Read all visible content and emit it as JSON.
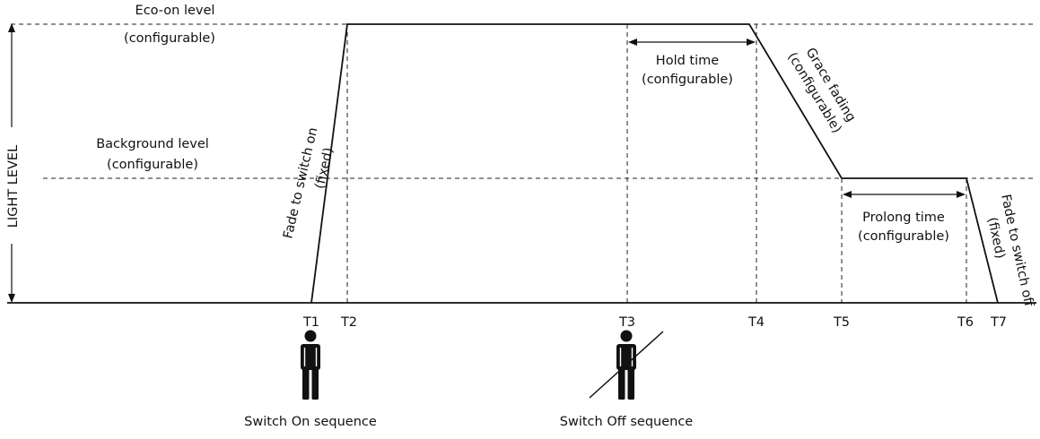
{
  "levels": {
    "eco_on": {
      "title": "Eco-on level",
      "note": "(configurable)"
    },
    "background": {
      "title": "Background level",
      "note": "(configurable)"
    }
  },
  "y_axis_label": "LIGHT LEVEL",
  "time_markers": [
    "T1",
    "T2",
    "T3",
    "T4",
    "T5",
    "T6",
    "T7"
  ],
  "phases": {
    "fade_on": {
      "line1": "Fade to switch on",
      "line2": "(fixed)"
    },
    "hold": {
      "line1": "Hold time",
      "line2": "(configurable)"
    },
    "grace": {
      "line1": "Grace fading",
      "line2": "(configurable)"
    },
    "prolong": {
      "line1": "Prolong time",
      "line2": "(configurable)"
    },
    "fade_off": {
      "line1": "Fade to switch off",
      "line2": "(fixed)"
    }
  },
  "sequences": {
    "switch_on": "Switch On sequence",
    "switch_off": "Switch Off sequence"
  },
  "icons": {
    "switch_on": "person-icon",
    "switch_off": "person-crossed-icon"
  }
}
